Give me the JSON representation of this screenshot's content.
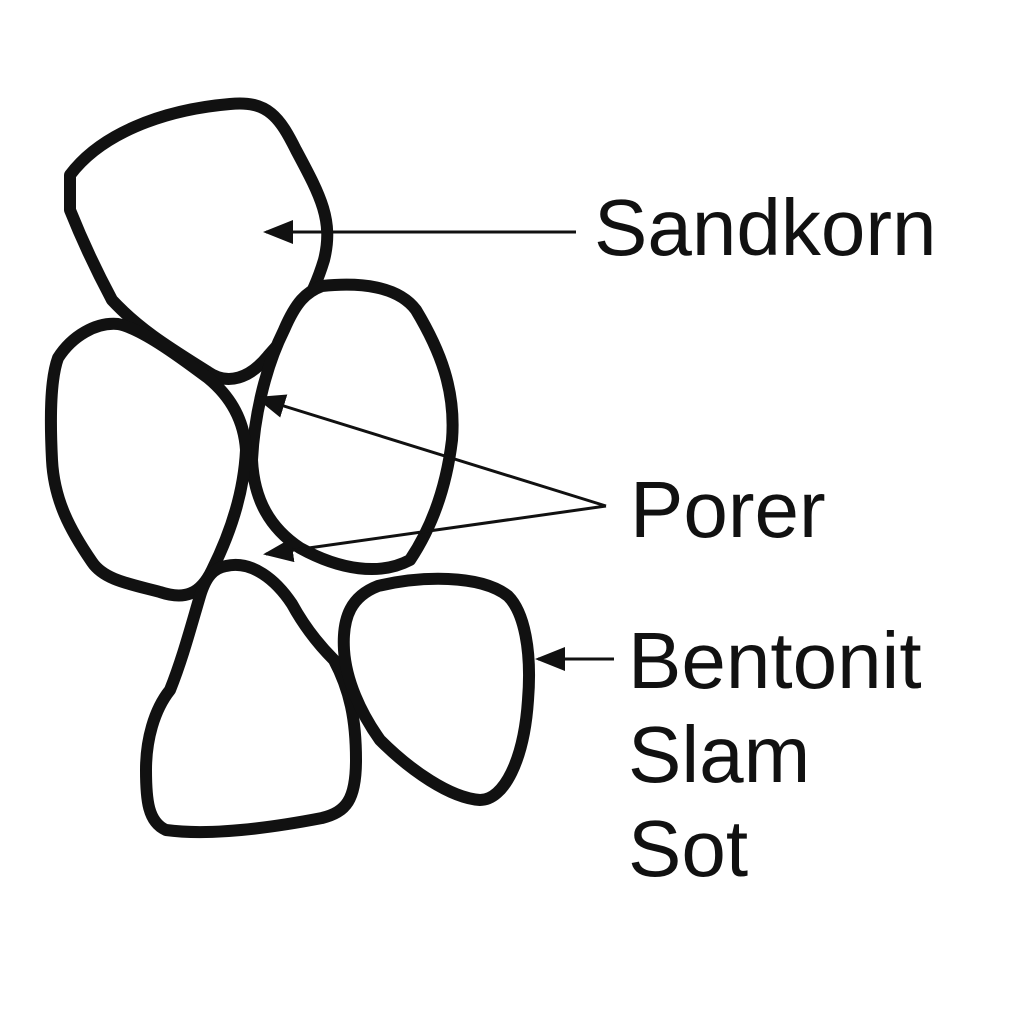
{
  "labels": {
    "sandkorn": "Sandkorn",
    "porer": "Porer",
    "bentonit_lines": [
      "Bentonit",
      "Slam",
      "Sot"
    ]
  },
  "colors": {
    "outline": "#111111",
    "background": "#ffffff"
  }
}
